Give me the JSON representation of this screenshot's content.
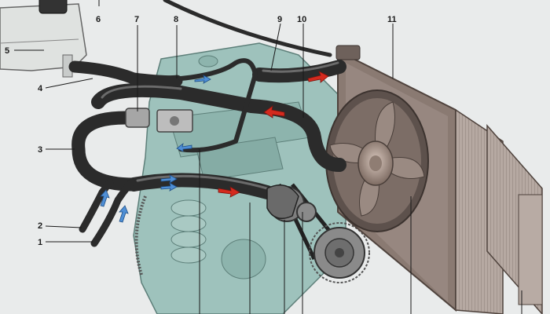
{
  "callouts": [
    {
      "id": "1",
      "text": "1"
    },
    {
      "id": "2",
      "text": "2"
    },
    {
      "id": "3",
      "text": "3"
    },
    {
      "id": "4",
      "text": "4"
    },
    {
      "id": "5",
      "text": "5"
    },
    {
      "id": "6",
      "text": "6"
    },
    {
      "id": "7",
      "text": "7"
    },
    {
      "id": "8",
      "text": "8"
    },
    {
      "id": "9",
      "text": "9"
    },
    {
      "id": "10",
      "text": "10"
    },
    {
      "id": "11",
      "text": "11"
    }
  ],
  "colors": {
    "background": "#e9ebeb",
    "engine": "#9ec2bc",
    "hose": "#2b2b2b",
    "hose_highlight": "#6b6b6b",
    "radiator_frame": "#8a7a72",
    "radiator_core": "#b8aba4",
    "hot_flow_arrow": "#d42a1e",
    "cold_flow_arrow": "#4f8fd6",
    "pulley": "#7e7e7e"
  },
  "icons": {
    "hot_flow": "red-arrow-icon",
    "cold_flow": "blue-arrow-icon"
  }
}
